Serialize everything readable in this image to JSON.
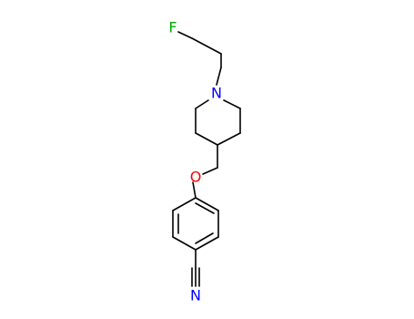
{
  "molecule": {
    "atoms": {
      "fluorine": {
        "label": "F",
        "color": "#00aa00"
      },
      "nitrogen_ring": {
        "label": "N",
        "color": "#0000ff"
      },
      "oxygen": {
        "label": "O",
        "color": "#ff0000"
      },
      "nitrogen_nitrile": {
        "label": "N",
        "color": "#0000ff"
      }
    },
    "bond_color": "#000000"
  }
}
